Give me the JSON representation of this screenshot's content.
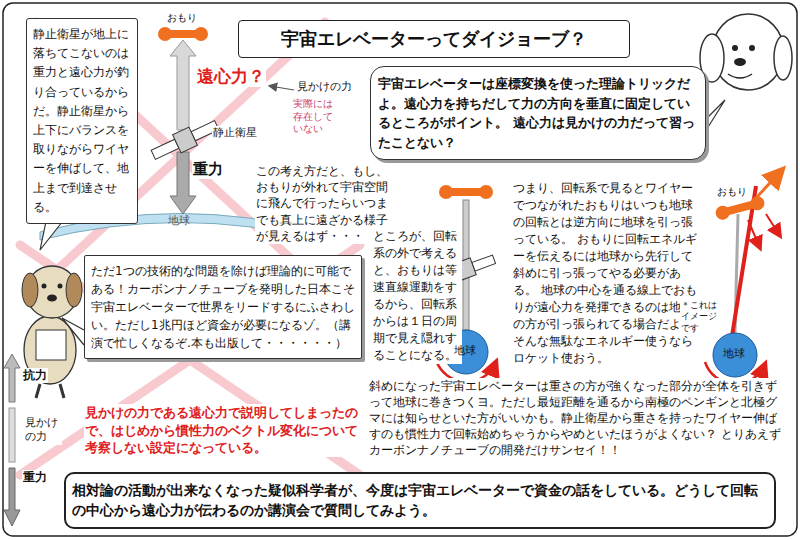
{
  "diagram": {
    "title": "宇宙エレベーターってダイジョーブ？",
    "nodes": [
      {
        "text": [
          "静止衛星が地上に落ちてこないのは重力と遠心力が釣り合っているからだ。静止衛星から上下にバランスを取りながらワイヤーを伸ばして、地上まで到達させる。"
        ]
      },
      {
        "text": [
          "宇宙エレベーターは座標変換を使った理論トリックだよ。遠心力を持ちだして力の方向を垂直に固定しているところがポイント。 遠心力は見かけの力だって習ったことない？"
        ]
      },
      {
        "text": [
          "ただ1つの技術的な問題を除けば理論的に可能である！カーボンナノチューブを発明した日本こそ宇宙エレベーターで世界をリードするにふさわしい。ただし1兆円ほど資金が必要になるゾ。（講演で忙しくなるぞ.本も出版して・・・・・・）"
        ]
      },
      {
        "text": [
          "相対論の活動が出来なくなった疑似科学者が、今度は宇宙エレベーターで資金の話をしている。どうして回転の中心から遠心力が伝わるのか講演会で質問してみよう。"
        ]
      }
    ],
    "labels": [
      "おもり",
      "遠心力？",
      "見かけの力",
      "実際には存在していない",
      "静止衛星",
      "重力",
      "地球",
      "この考え方だと、もし、おもりが外れて宇宙空間に飛んで行ったらいつまでも真上に遠ざかる様子が見えるはず・・・",
      "ところが、回転系の外で考えると、おもりは等速直線運動をするから、回転系からは１日の周期で見え隠れすることになる。",
      "地球",
      "つまり、回転系で見るとワイヤーでつながれたおもりはいつも地球の回転とは逆方向に地球を引っ張っている。 おもりに回転エネルギーを伝えるには地球から先行して斜めに引っ張ってやる必要がある。 地球の中心を通る線上でおもりが遠心力を発揮できるのは地球の方が引っ張られてる場合だよ。 そんな無駄なエネルギー使うならロケット使おう。",
      "おもり",
      "＊これはイメージです",
      "地球",
      "抗力",
      "見かけの力",
      "重力",
      "見かけの力である遠心力で説明してしまったので、はじめから慣性力のベクトル変化について考察しない設定になっている。",
      "斜めになった宇宙エレベーターは重さの方が強くなった部分が全体を引きずって地球に巻きつくヨ。ただし最短距離を通るから南極のペンギンと北極グマには知らせといた方がいいかも。静止衛星から重さを持ったワイヤー伸ばすのも慣性力で回転始めちゃうからやめといたほうがよくない？ とりあえずカーボンナノチューブの開発だけサンセイ！！"
    ]
  }
}
